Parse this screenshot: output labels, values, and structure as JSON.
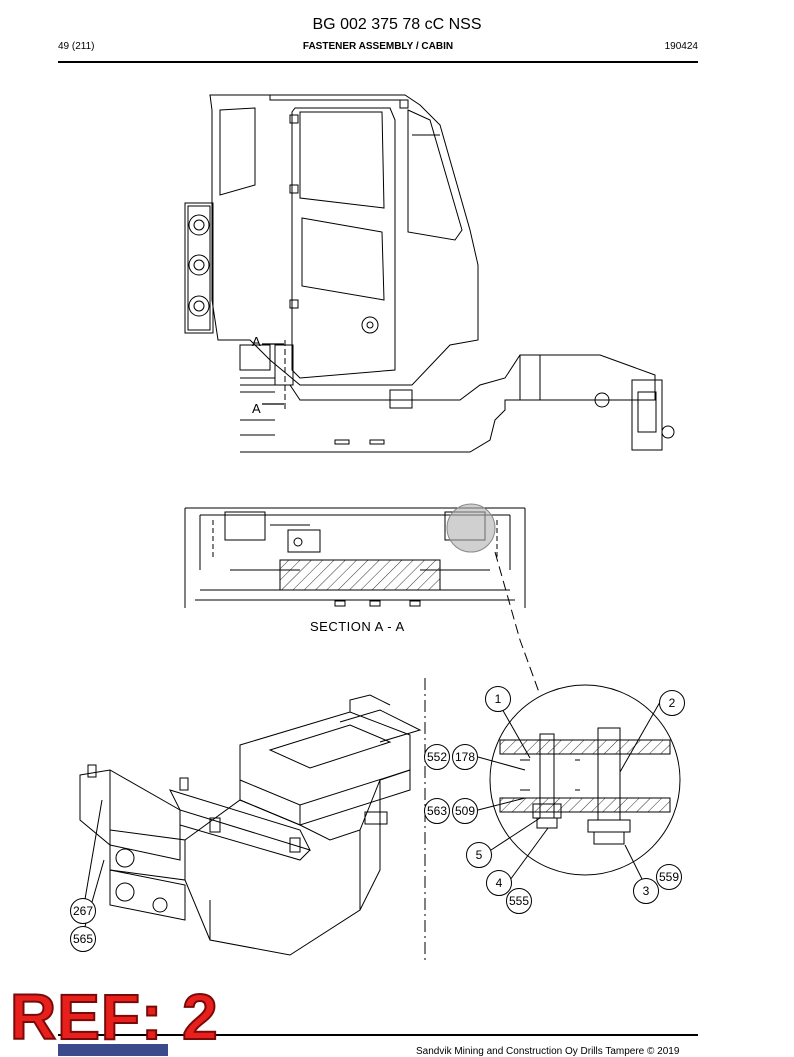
{
  "header": {
    "doc_title": "BG 002 375 78 cC NSS",
    "page": "49 (211)",
    "section": "FASTENER ASSEMBLY / CABIN",
    "date": "190424"
  },
  "drawing": {
    "section_marker_a": "A",
    "section_label": "SECTION  A - A",
    "balloons": [
      "1",
      "2",
      "552",
      "178",
      "563",
      "509",
      "5",
      "4",
      "555",
      "3",
      "559",
      "267",
      "565"
    ]
  },
  "stamp": {
    "ref": "REF: 2"
  },
  "footer": {
    "copyright": "Sandvik Mining and Construction Oy Drills Tampere © 2019"
  }
}
